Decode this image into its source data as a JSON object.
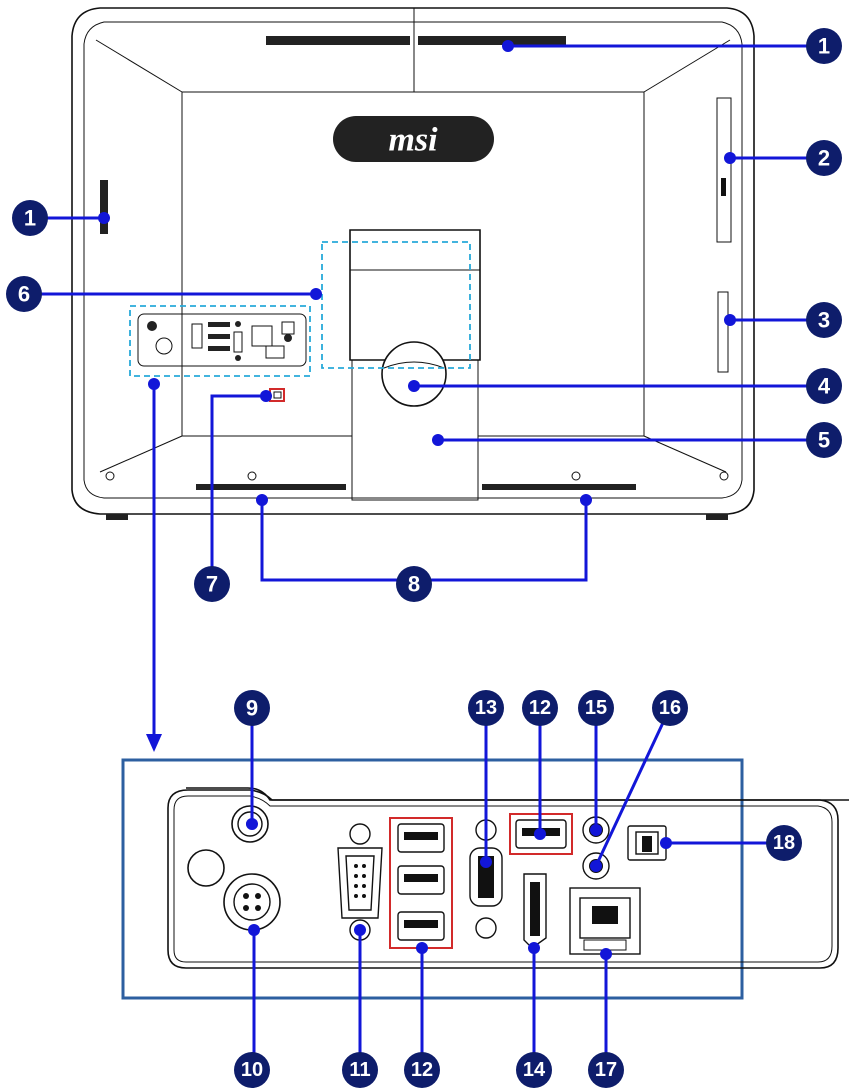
{
  "logo_text": "msi",
  "callouts": {
    "c1a": "1",
    "c1b": "1",
    "c2": "2",
    "c3": "3",
    "c4": "4",
    "c5": "5",
    "c6": "6",
    "c7": "7",
    "c8": "8",
    "c9": "9",
    "c10": "10",
    "c11": "11",
    "c12a": "12",
    "c12b": "12",
    "c13": "13",
    "c14": "14",
    "c15": "15",
    "c16": "16",
    "c17": "17",
    "c18": "18"
  },
  "colors": {
    "badge": "#0e1d6b",
    "leader_line": "#1216d8",
    "detail_frame": "#2d5fa0",
    "highlight_dashed": "#27a9d9",
    "highlight_red": "#d22a2a"
  }
}
